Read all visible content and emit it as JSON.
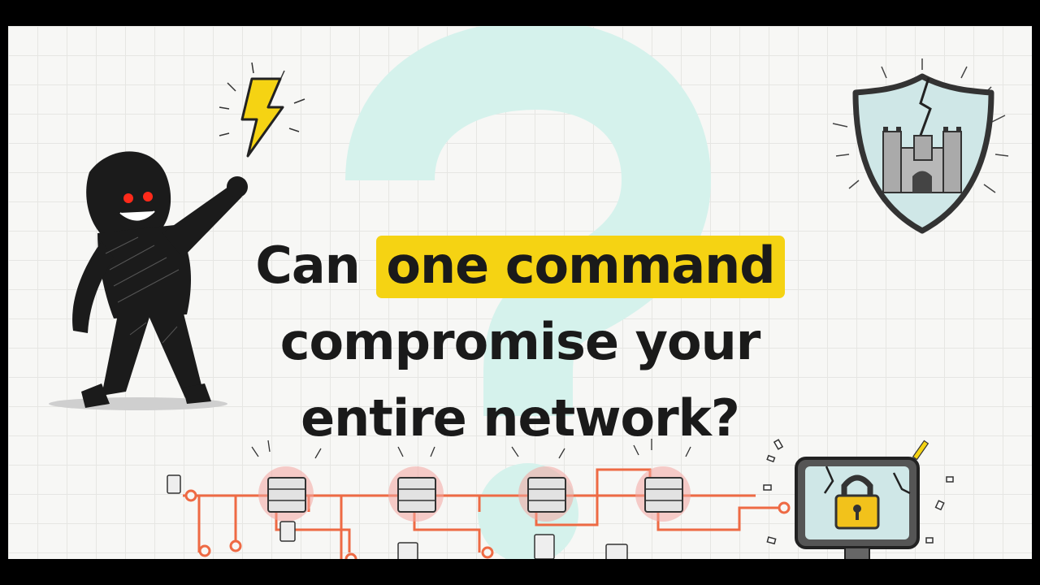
{
  "headline": {
    "line1_plain": "Can",
    "line1_highlight": "one command",
    "line2": "compromise your",
    "line3": "entire network?"
  },
  "colors": {
    "highlight": "#f5d313",
    "network_line": "#ee6a44",
    "question_mark": "#d5f2ec",
    "shield_fill": "#cfe7e7",
    "glow": "#f4a6a0",
    "lock": "#f2c21b",
    "hacker_eyes": "#ff2a1a"
  },
  "icons": [
    "hacker-figure",
    "lightning-bolt-icon",
    "cracked-shield-icon",
    "castle-icon",
    "server-icon",
    "cracked-monitor-icon",
    "padlock-icon",
    "question-mark-background"
  ]
}
